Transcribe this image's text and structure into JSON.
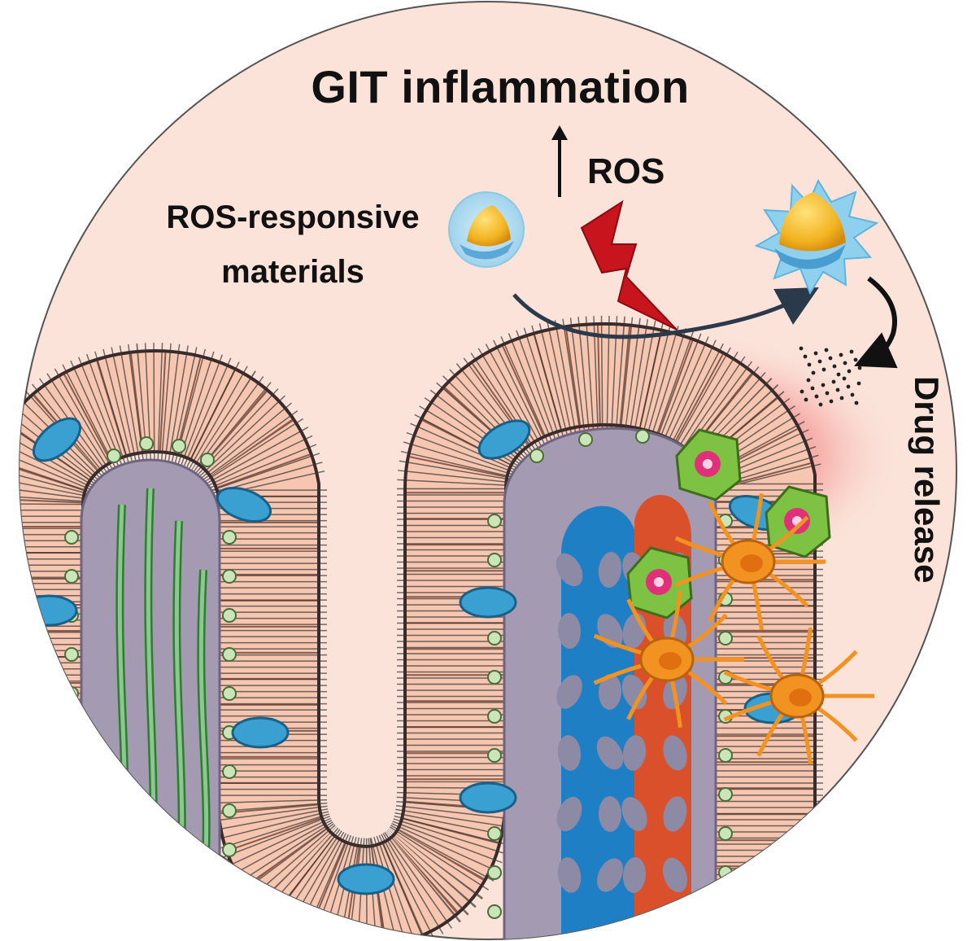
{
  "title": "GIT inflammation",
  "ros_label": "ROS",
  "material_label": [
    "ROS-responsive",
    "materials"
  ],
  "drug_release_label": "Drug release",
  "colors": {
    "background_circle": "#fbe3da",
    "villus_stroma": "#a49bb3",
    "enterocyte": "#f6c6b0",
    "goblet_cell": "#3aa0d2",
    "inflammation_glow": "#e8333c",
    "lightning": "#c8141c",
    "nanoparticle_core": "#f2b21f",
    "macrophage": "#7dc242",
    "dendritic_cell": "#f29221"
  },
  "icons": [
    "up-arrow-icon",
    "lightning-bolt-icon",
    "nanoparticle-icon",
    "burst-nanoparticle-icon",
    "curved-arrow-icon",
    "drug-particles-icon"
  ]
}
